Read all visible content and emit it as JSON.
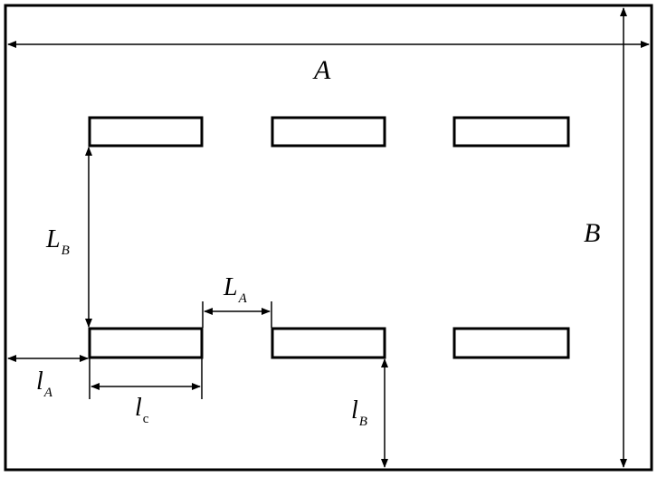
{
  "diagram": {
    "colors": {
      "stroke": "#000000",
      "background": "#ffffff"
    },
    "labels": {
      "A": "A",
      "B": "B",
      "LB_main": "L",
      "LB_sub": "B",
      "LA_main": "L",
      "LA_sub": "A",
      "lA_main": "l",
      "lA_sub": "A",
      "lc_main": "l",
      "lc_sub": "c",
      "lB_main": "l",
      "lB_sub": "B"
    }
  }
}
